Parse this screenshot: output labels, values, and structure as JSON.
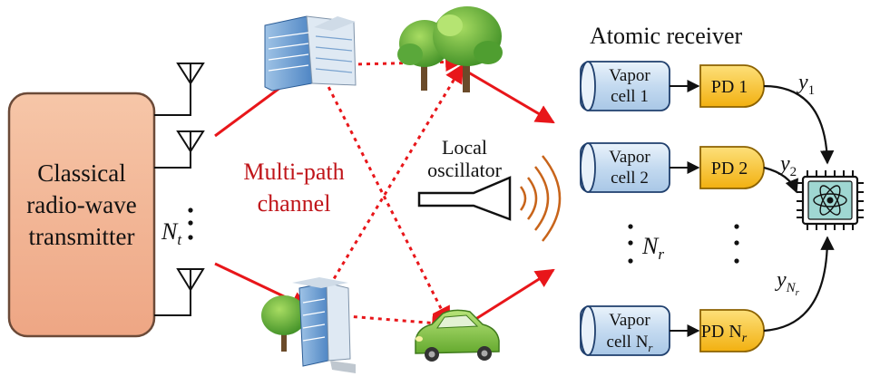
{
  "colors": {
    "transmitter_fill": "#f3b594",
    "transmitter_stroke": "#6b4a38",
    "arrow_red": "#e8161a",
    "label_red": "#c0151a",
    "vapor_fill": "#cfe1f2",
    "vapor_stroke": "#1f3f6d",
    "pd_fill": "#f6c022",
    "pd_stroke": "#8c6200",
    "wave_orange": "#c8641a",
    "chip_teal": "#9fd7d2"
  },
  "transmitter": {
    "line1": "Classical",
    "line2": "radio-wave",
    "line3": "transmitter",
    "antenna_label_base": "N",
    "antenna_label_sub": "t",
    "antenna_icon": "antenna-icon"
  },
  "channel": {
    "line1": "Multi-path",
    "line2": "channel",
    "scatterer_icons": [
      "building-icon",
      "tree-icon",
      "tree-icon",
      "building-icon",
      "car-icon"
    ]
  },
  "oscillator": {
    "line1": "Local",
    "line2": "oscillator",
    "icon": "horn-antenna-icon"
  },
  "receiver": {
    "title": "Atomic receiver",
    "cells": [
      {
        "line1": "Vapor",
        "line2": "cell 1",
        "sub": ""
      },
      {
        "line1": "Vapor",
        "line2": "cell 2",
        "sub": ""
      },
      {
        "line1": "Vapor",
        "line2": "cell N",
        "sub": "r"
      }
    ],
    "pds": [
      {
        "label": "PD 1",
        "sub": ""
      },
      {
        "label": "PD 2",
        "sub": ""
      },
      {
        "label": "PD N",
        "sub": "r"
      }
    ],
    "outputs": [
      {
        "base": "y",
        "sub": "1"
      },
      {
        "base": "y",
        "sub": "2"
      },
      {
        "base": "y",
        "sub": "N",
        "subsub": "r"
      }
    ],
    "count_base": "N",
    "count_sub": "r",
    "processor_icon": "atom-chip-icon"
  }
}
